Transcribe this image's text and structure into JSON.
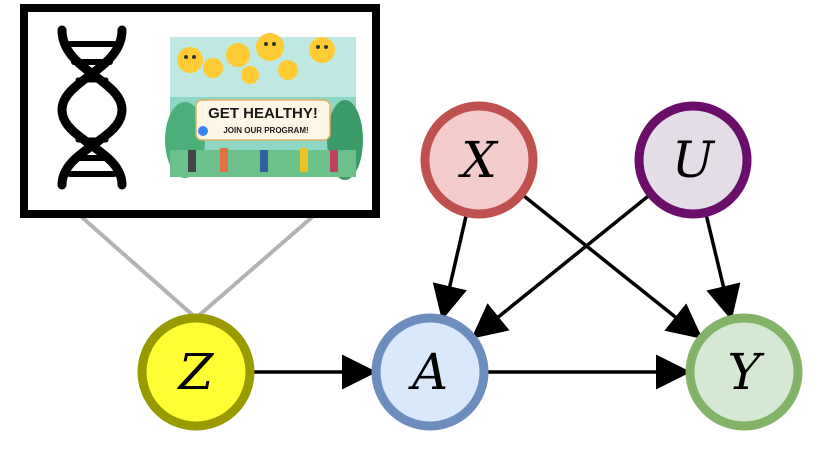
{
  "nodes": [
    {
      "id": "X",
      "label": "X",
      "fill": "#f4cccc",
      "stroke": "#c0504d"
    },
    {
      "id": "U",
      "label": "U",
      "fill": "#e4dce6",
      "stroke": "#6b0d6b"
    },
    {
      "id": "Z",
      "label": "Z",
      "fill": "#ffff33",
      "stroke": "#999900"
    },
    {
      "id": "A",
      "label": "A",
      "fill": "#dae8fc",
      "stroke": "#6c8ebf"
    },
    {
      "id": "Y",
      "label": "Y",
      "fill": "#d5e8d4",
      "stroke": "#82b366"
    }
  ],
  "edges": [
    {
      "from": "X",
      "to": "A"
    },
    {
      "from": "X",
      "to": "Y"
    },
    {
      "from": "U",
      "to": "A"
    },
    {
      "from": "U",
      "to": "Y"
    },
    {
      "from": "Z",
      "to": "A"
    },
    {
      "from": "A",
      "to": "Y"
    }
  ],
  "inset": {
    "banner_title": "GET HEALTHY!",
    "banner_subtitle": "JOIN OUR PROGRAM!",
    "icons": [
      "dna-icon",
      "health-campaign-poster"
    ]
  },
  "colors": {
    "connector": "#b3b3b3",
    "edge": "#000000"
  }
}
